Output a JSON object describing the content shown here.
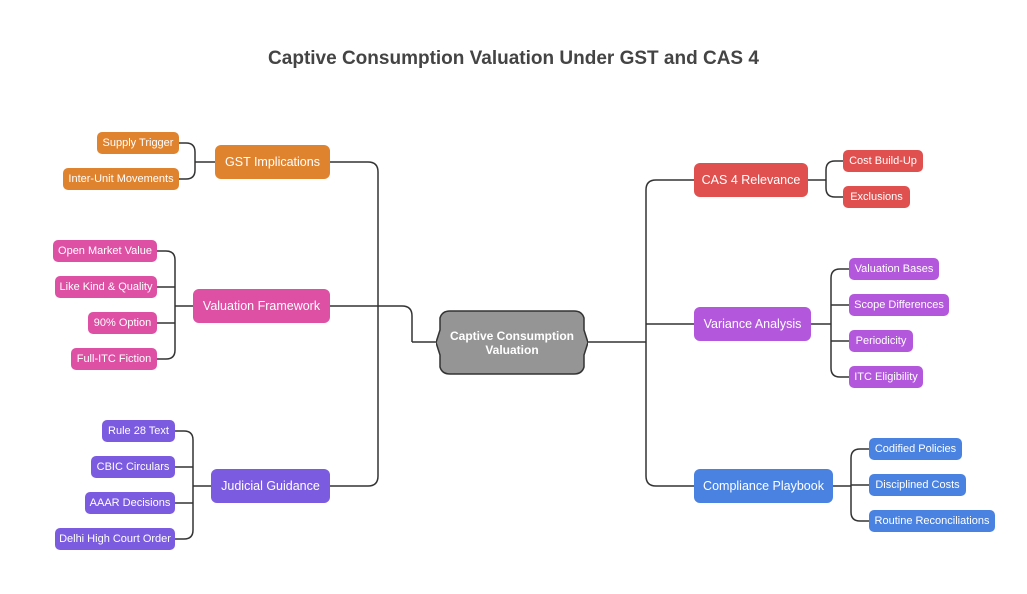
{
  "title": "Captive Consumption Valuation Under GST and CAS 4",
  "central": {
    "label": "Captive Consumption Valuation"
  },
  "colors": {
    "orange": "#E0832F",
    "pink": "#DD50A4",
    "purple": "#7B5BE0",
    "red": "#E0504F",
    "violet": "#B357DD",
    "blue": "#4A82E2",
    "central": "#959595",
    "line": "#333333"
  },
  "branches": {
    "gst": {
      "label": "GST Implications",
      "leaves": [
        "Supply Trigger",
        "Inter-Unit Movements"
      ]
    },
    "valuation": {
      "label": "Valuation Framework",
      "leaves": [
        "Open Market Value",
        "Like Kind & Quality",
        "90% Option",
        "Full-ITC Fiction"
      ]
    },
    "judicial": {
      "label": "Judicial Guidance",
      "leaves": [
        "Rule 28 Text",
        "CBIC Circulars",
        "AAAR Decisions",
        "Delhi High Court Order"
      ]
    },
    "cas4": {
      "label": "CAS 4 Relevance",
      "leaves": [
        "Cost Build-Up",
        "Exclusions"
      ]
    },
    "variance": {
      "label": "Variance Analysis",
      "leaves": [
        "Valuation Bases",
        "Scope Differences",
        "Periodicity",
        "ITC Eligibility"
      ]
    },
    "compliance": {
      "label": "Compliance Playbook",
      "leaves": [
        "Codified Policies",
        "Disciplined Costs",
        "Routine Reconciliations"
      ]
    }
  }
}
